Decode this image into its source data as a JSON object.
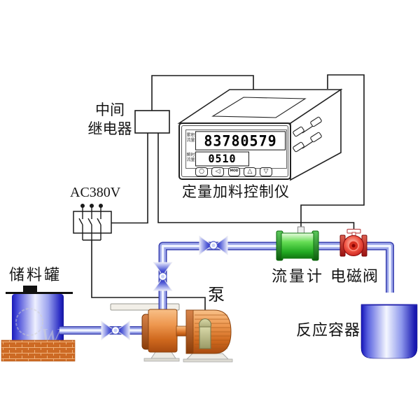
{
  "controller": {
    "label": "定量加料控制仪",
    "displays": [
      {
        "side_label_line1": "累积",
        "side_label_line2": "流量",
        "value": "83780579"
      },
      {
        "side_label_line1": "瞬时",
        "side_label_line2": "流量",
        "value": "0510"
      }
    ],
    "buttons": [
      "○",
      "◁",
      "MOD",
      "△",
      "▽"
    ]
  },
  "relay": {
    "label_line1": "中间",
    "label_line2": "继电器"
  },
  "power_supply": {
    "label": "AC380V"
  },
  "tank": {
    "label": "储料罐"
  },
  "pump": {
    "label": "泵"
  },
  "flow_meter": {
    "label": "流量计"
  },
  "solenoid_valve": {
    "label": "电磁阀"
  },
  "vessel": {
    "label": "反应容器"
  },
  "watermark": {
    "text": "W"
  },
  "colors": {
    "wire_black": "#1a1a1a",
    "pipe_blue": "#3a41b0",
    "tank_blue": "#1a1ab8",
    "pump_orange": "#e08a40",
    "flow_meter_green": "#2fb52f",
    "solenoid_red": "#cc1f1f",
    "brick_orange": "#cd6a24"
  }
}
